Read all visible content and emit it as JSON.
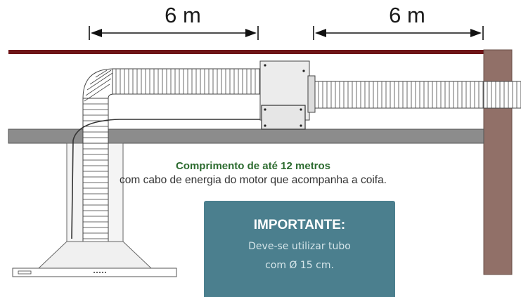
{
  "dimensions": {
    "left_label": "6 m",
    "right_label": "6 m"
  },
  "caption": {
    "title": "Comprimento de até 12 metros",
    "text": "com cabo de energia do motor que acompanha a coifa."
  },
  "important": {
    "title": "IMPORTANTE:",
    "line1": "Deve-se utilizar tubo",
    "line2": "com Ø 15 cm."
  },
  "colors": {
    "roof": "#6e1518",
    "slab": "#8c8c8c",
    "wall": "#917068",
    "box": "#4b7f8e",
    "caption_title": "#2c6b2f"
  },
  "icons": [
    "dimension-arrow-icon",
    "motor-box-icon",
    "range-hood-icon",
    "flexible-duct-icon"
  ]
}
